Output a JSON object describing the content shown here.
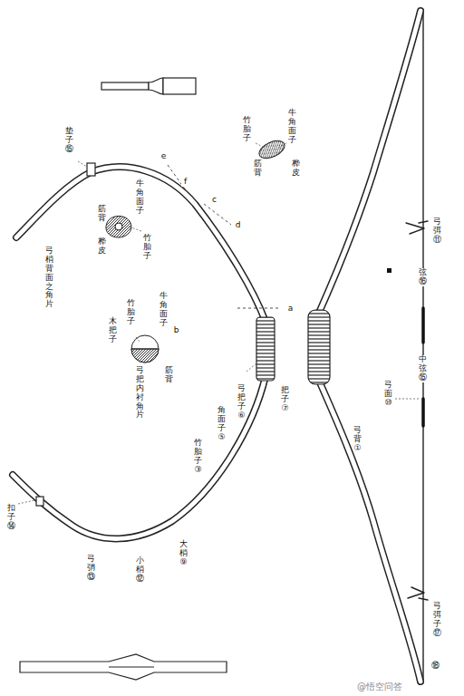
{
  "diagram": {
    "labels": [
      "垫子⑮",
      "弓梢背面之角片",
      "牛角面子",
      "竹胎子",
      "筋背",
      "桦皮",
      "e",
      "f",
      "竹胎子",
      "筋背",
      "牛角面子",
      "桦皮",
      "c",
      "d",
      "牛角面子",
      "竹胎子",
      "木把子",
      "筋背",
      "弓把内衬角片",
      "a",
      "b",
      "弓把子⑥",
      "把子⑦",
      "角面子⑤",
      "竹胎子③",
      "扣子⑭",
      "弓弰⑬",
      "大梢⑨",
      "小梢⑫",
      "弦⑯",
      "中弦⑮",
      "弓背①",
      "弓面⑩",
      "弓弭⑪",
      "弓弭子⑰",
      "⑱",
      "@悟空问答"
    ]
  }
}
